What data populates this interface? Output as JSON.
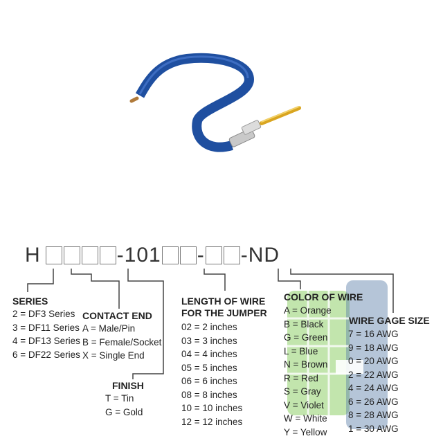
{
  "part_number": {
    "prefix": "H",
    "middle": "-101",
    "sep": "-",
    "suffix": "-ND"
  },
  "series": {
    "title": "SERIES",
    "items": [
      "2 = DF3 Series",
      "3 = DF11 Series",
      "4 = DF13 Series",
      "6 = DF22 Series"
    ]
  },
  "contact_end": {
    "title": "CONTACT END",
    "items": [
      "A = Male/Pin",
      "B = Female/Socket",
      "X = Single End"
    ]
  },
  "finish": {
    "title": "FINISH",
    "items": [
      "T = Tin",
      "G = Gold"
    ]
  },
  "length": {
    "title_line1": "LENGTH OF WIRE",
    "title_line2": "FOR THE JUMPER",
    "items": [
      "02 = 2 inches",
      "03 = 3 inches",
      "04 = 4 inches",
      "05 = 5 inches",
      "06 = 6 inches",
      "08 = 8 inches",
      "10 = 10 inches",
      "12 = 12 inches"
    ]
  },
  "color": {
    "title": "COLOR OF WIRE",
    "items": [
      "A = Orange",
      "B = Black",
      "G = Green",
      "L = Blue",
      "N = Brown",
      "R = Red",
      "S = Gray",
      "V = Violet",
      "W = White",
      "Y = Yellow"
    ]
  },
  "gage": {
    "title": "WIRE GAGE SIZE",
    "items": [
      "7 = 16 AWG",
      "9 = 18 AWG",
      "0 = 20 AWG",
      "2 = 22 AWG",
      "4 = 24 AWG",
      "6 = 26 AWG",
      "8 = 28 AWG",
      "1 = 30 AWG"
    ]
  },
  "colors": {
    "wire": "#1f4fa0",
    "wire_highlight": "#4a7ad0",
    "gold": "#d9a520",
    "watermark_green": "#8fd06a",
    "watermark_blue": "#5a7fa8"
  }
}
